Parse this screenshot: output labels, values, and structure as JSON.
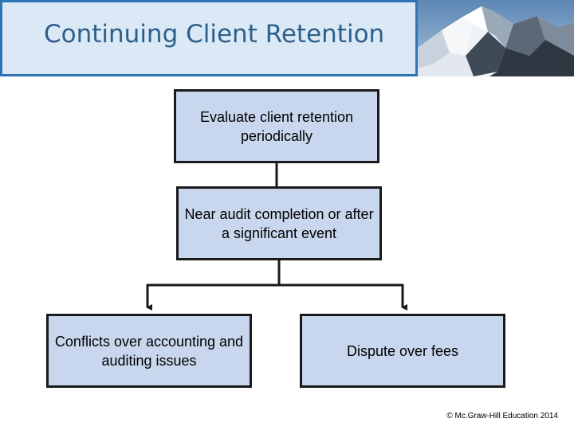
{
  "slide": {
    "title": "Continuing Client Retention",
    "footer": "© Mc.Graw-Hill Education 2014"
  },
  "diagram": {
    "top_box": "Evaluate client retention periodically",
    "middle_box": "Near audit completion or after a significant event",
    "left_box": "Conflicts over accounting and auditing issues",
    "right_box": "Dispute over fees"
  },
  "colors": {
    "title_text": "#2e5f8a",
    "title_border": "#2e74b5",
    "title_fill": "#dbe9f7",
    "box_fill": "#c9d7ee",
    "box_border": "#1a1a1a"
  }
}
